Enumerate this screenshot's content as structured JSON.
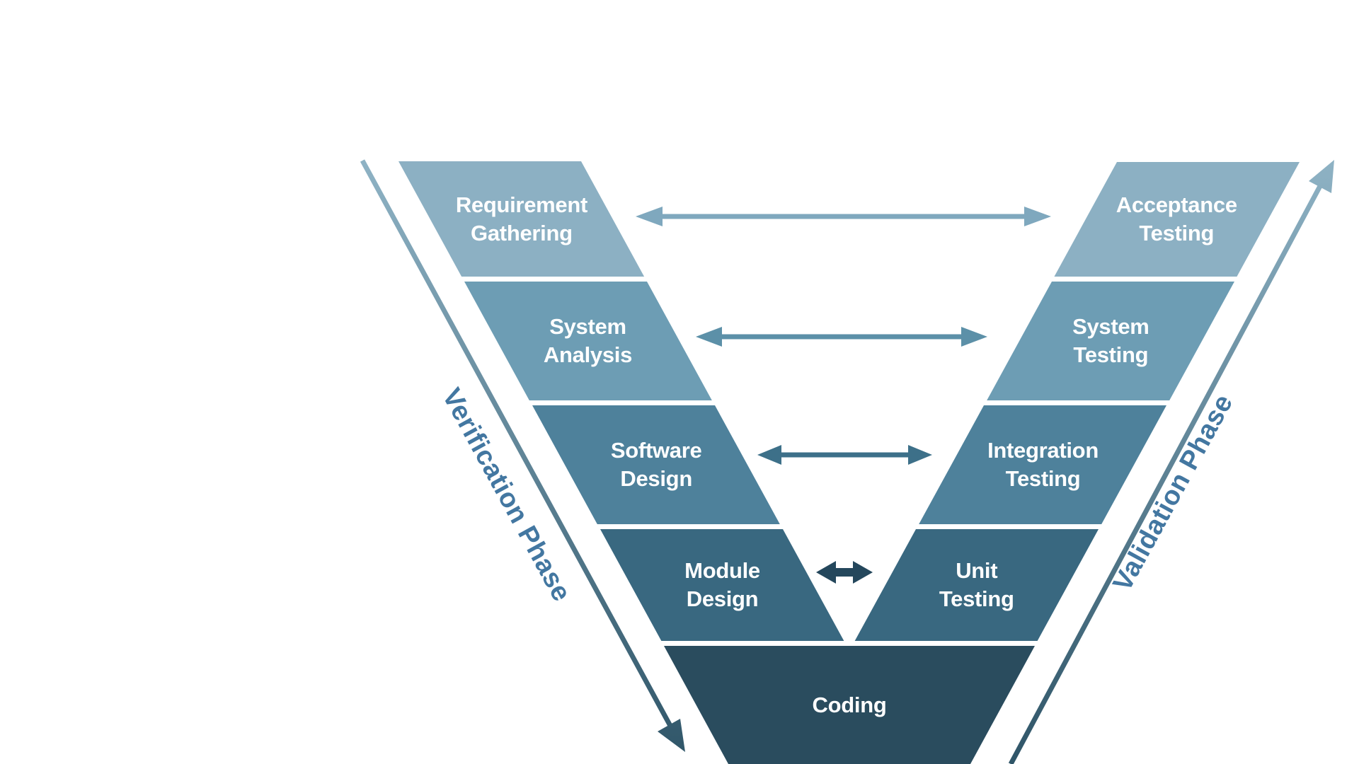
{
  "phases": {
    "verification": "Verification Phase",
    "validation": "Validation Phase"
  },
  "left_blocks": [
    {
      "label": "Requirement\nGathering",
      "color": "#8CB0C3"
    },
    {
      "label": "System\nAnalysis",
      "color": "#6D9DB4"
    },
    {
      "label": "Software\nDesign",
      "color": "#4E819B"
    },
    {
      "label": "Module\nDesign",
      "color": "#396880"
    }
  ],
  "right_blocks": [
    {
      "label": "Acceptance\nTesting",
      "color": "#8CB0C3"
    },
    {
      "label": "System\nTesting",
      "color": "#6D9DB4"
    },
    {
      "label": "Integration\nTesting",
      "color": "#4E819B"
    },
    {
      "label": "Unit\nTesting",
      "color": "#396880"
    }
  ],
  "bottom_block": {
    "label": "Coding",
    "color": "#2A4C5E"
  },
  "connections": [
    {
      "from": "Requirement Gathering",
      "to": "Acceptance Testing",
      "color": "#7FA8BE"
    },
    {
      "from": "System Analysis",
      "to": "System Testing",
      "color": "#5C90A8"
    },
    {
      "from": "Software Design",
      "to": "Integration Testing",
      "color": "#3D7089"
    },
    {
      "from": "Module Design",
      "to": "Unit Testing",
      "color": "#24475C"
    }
  ],
  "colors": {
    "background": "#FFFFFF",
    "block_text": "#FFFFFF",
    "phase_text": "#4377A1",
    "line_top": "#8FB3C5",
    "line_bottom": "#2F5568"
  }
}
